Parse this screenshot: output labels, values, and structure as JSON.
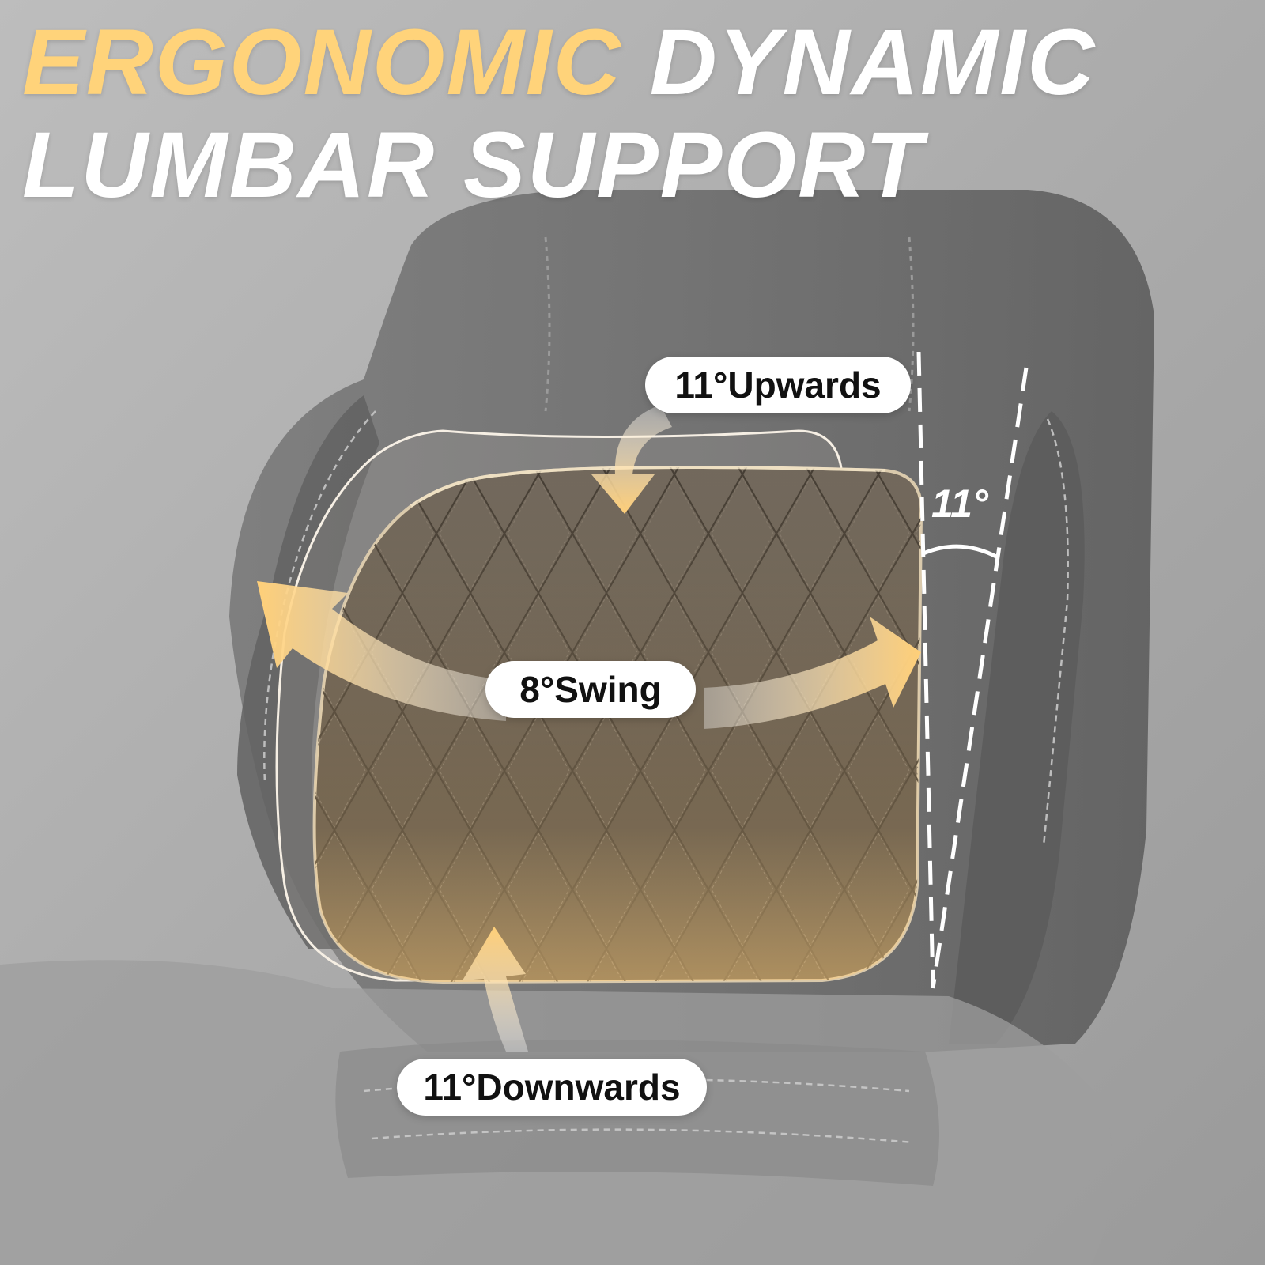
{
  "headline": {
    "line1_highlight": "ERGONOMIC",
    "line1_rest": " DYNAMIC",
    "line2": "LUMBAR SUPPORT"
  },
  "labels": {
    "upwards": "11°Upwards",
    "swing": "8°Swing",
    "downwards": "11°Downwards",
    "tilt_angle": "11°"
  },
  "colors": {
    "highlight": "#ffd37a",
    "headline_white": "#ffffff",
    "arrow": "#ffd48a",
    "cushion": "#5d544b",
    "chair": "#6f6f6f"
  }
}
